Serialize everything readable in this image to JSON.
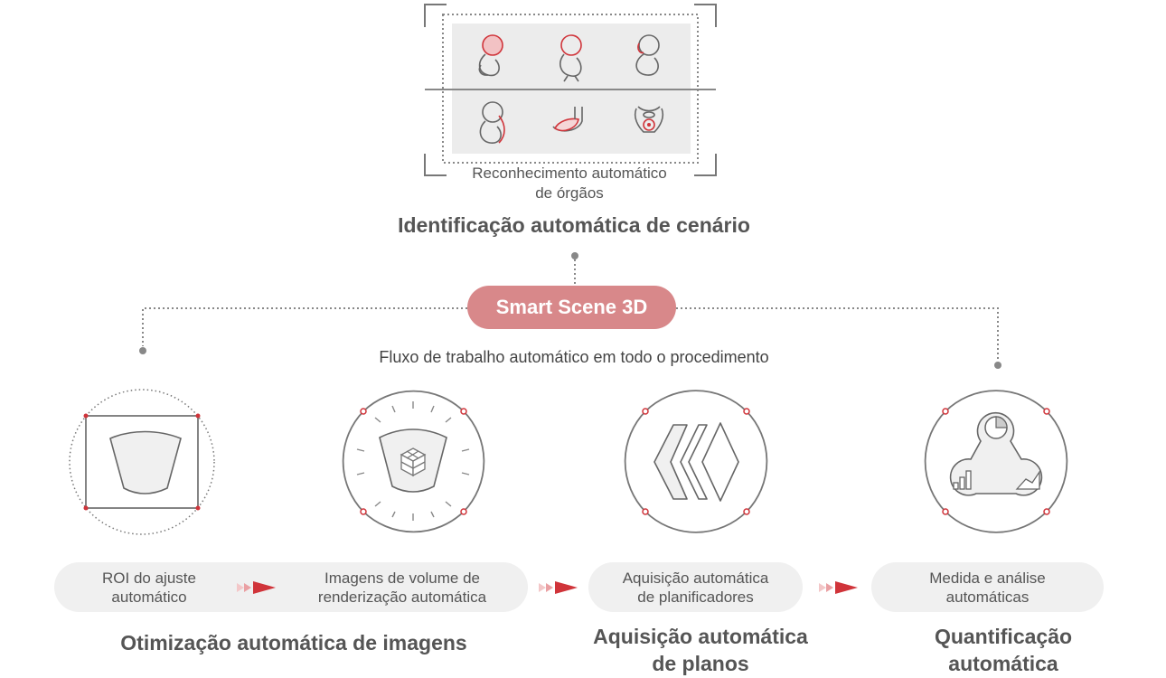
{
  "top": {
    "caption_line1": "Reconhecimento automático",
    "caption_line2": "de órgãos",
    "heading": "Identificação automática de cenário"
  },
  "center": {
    "badge": "Smart Scene 3D",
    "subtitle": "Fluxo de trabalho automático em todo o procedimento"
  },
  "steps": [
    {
      "line1": "ROI do ajuste",
      "line2": "automático"
    },
    {
      "line1": "Imagens de volume de",
      "line2": "renderização automática"
    },
    {
      "line1": "Aquisição automática",
      "line2": "de planificadores"
    },
    {
      "line1": "Medida e análise",
      "line2": "automáticas"
    }
  ],
  "groups": [
    {
      "line1": "Otimização automática de imagens"
    },
    {
      "line1": "Aquisição automática",
      "line2": "de planos"
    },
    {
      "line1": "Quantificação",
      "line2": "automática"
    }
  ],
  "icons": {
    "top_grid": [
      "fetus-brain-icon",
      "fetus-head-icon",
      "fetus-face-icon",
      "fetus-spine-icon",
      "placenta-icon",
      "uterus-icon"
    ],
    "stage": [
      "roi-frame-icon",
      "volume-render-icon",
      "plane-acquisition-icon",
      "measurement-analysis-icon"
    ]
  },
  "colors": {
    "accent": "#d8888a",
    "red": "#d0343a",
    "gray": "#999999"
  }
}
